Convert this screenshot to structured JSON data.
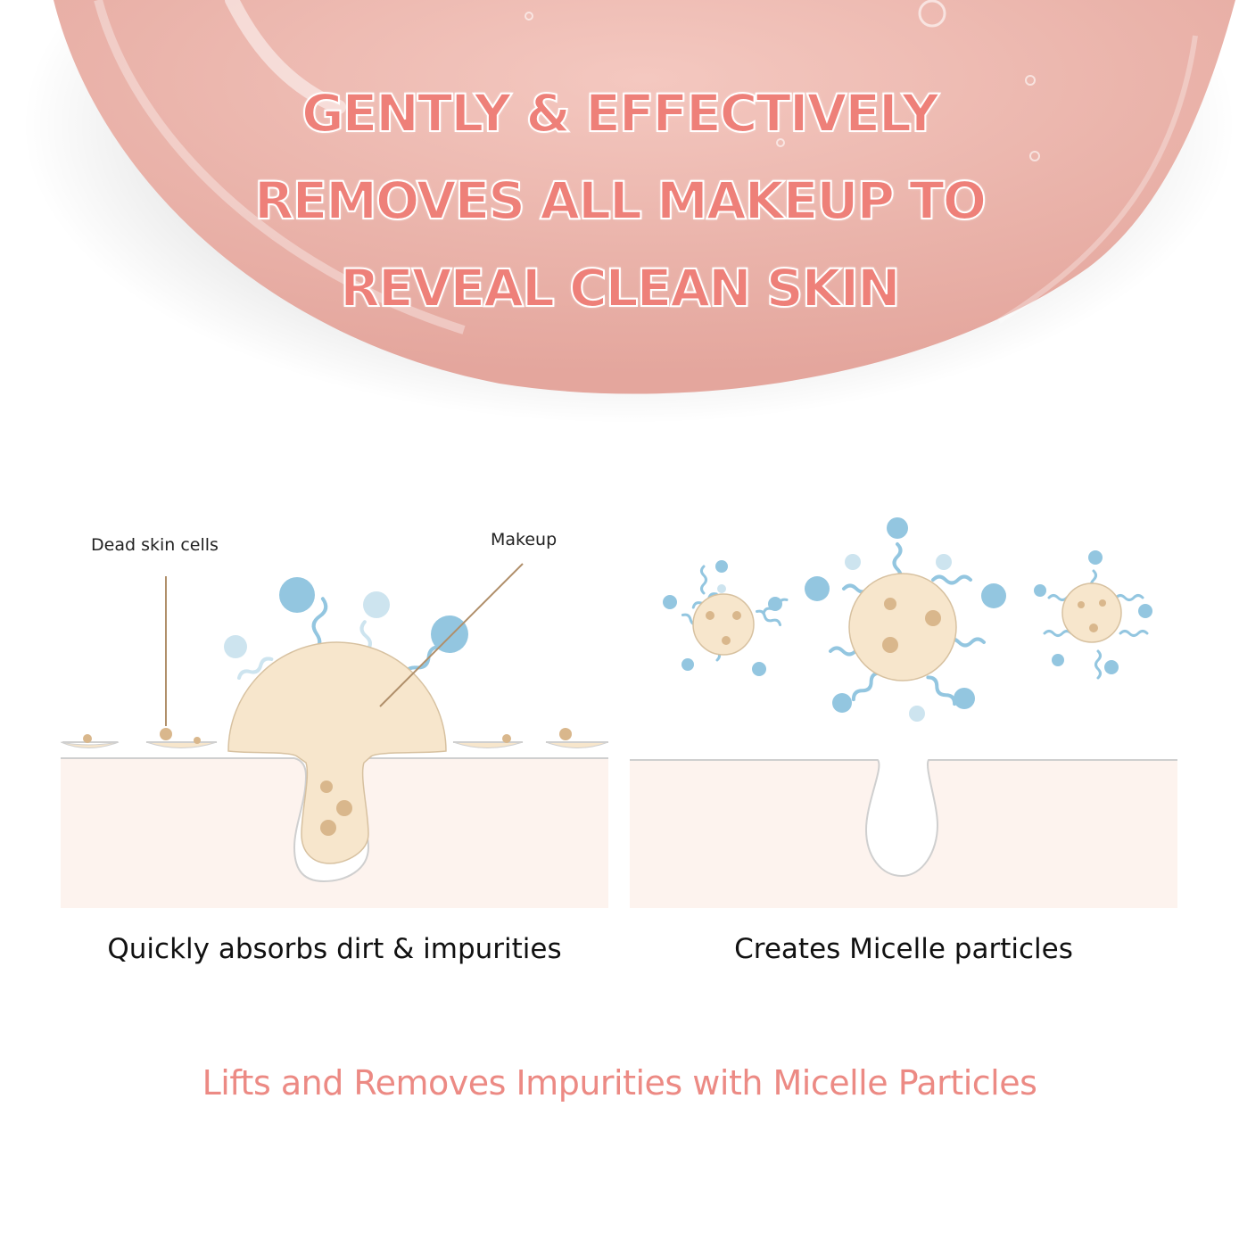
{
  "headline": {
    "lines": [
      "GENTLY & EFFECTIVELY",
      "REMOVES ALL MAKEUP TO",
      "REVEAL CLEAN SKIN"
    ]
  },
  "left_panel": {
    "labels": {
      "dead_skin": "Dead skin cells",
      "makeup": "Makeup"
    },
    "caption": "Quickly absorbs dirt & impurities"
  },
  "right_panel": {
    "caption": "Creates Micelle particles"
  },
  "tagline": "Lifts and Removes Impurities with Micelle Particles",
  "colors": {
    "accent": "#ee8079",
    "tagline": "#ec8a84",
    "skin": "#fdf3ee",
    "makeup": "#f7e6cc",
    "particle": "#d9b78c",
    "micelle_blue": "#93c6e0"
  }
}
